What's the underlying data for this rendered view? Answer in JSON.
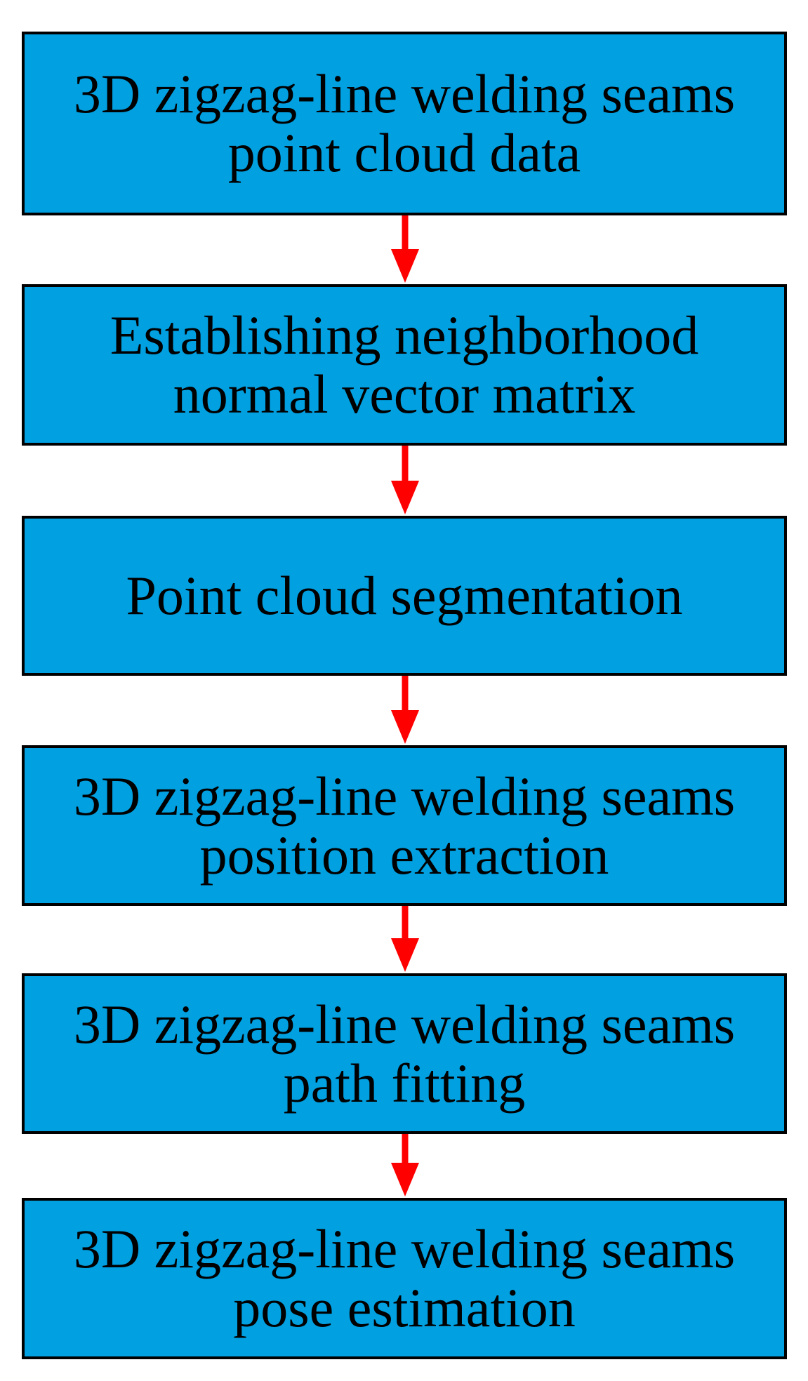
{
  "colors": {
    "box_fill": "#00a0e1",
    "box_border": "#000000",
    "arrow": "#ff0000",
    "text": "#000000"
  },
  "flowchart": {
    "steps": [
      {
        "lines": [
          "3D zigzag-line welding seams",
          "point cloud data"
        ]
      },
      {
        "lines": [
          "Establishing neighborhood",
          "normal vector matrix"
        ]
      },
      {
        "lines": [
          "Point cloud segmentation"
        ]
      },
      {
        "lines": [
          "3D zigzag-line welding seams",
          "position extraction"
        ]
      },
      {
        "lines": [
          "3D zigzag-line welding seams",
          "path fitting"
        ]
      },
      {
        "lines": [
          "3D zigzag-line welding seams",
          "pose estimation"
        ]
      }
    ]
  }
}
